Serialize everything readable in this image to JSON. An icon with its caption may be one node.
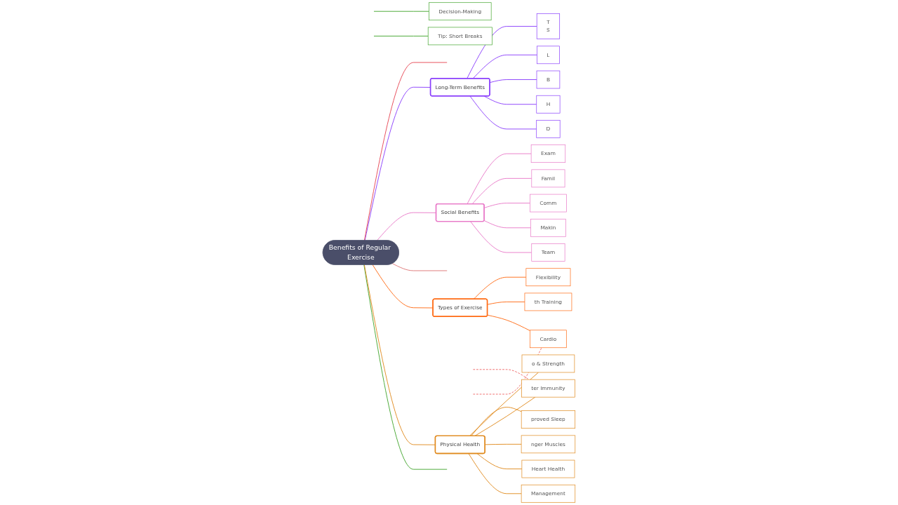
{
  "diagram": {
    "nodes": [
      {
        "text": [
          "Benefits of Regular Exercise"
        ]
      },
      {
        "text": [
          "Decision-Making"
        ]
      },
      {
        "text": [
          "Tip: Short Breaks"
        ]
      },
      {
        "text": [
          "Management"
        ]
      },
      {
        "text": [
          "Heart Health"
        ]
      },
      {
        "text": [
          "nger Muscles"
        ]
      },
      {
        "text": [
          "ter Immunity"
        ]
      },
      {
        "text": [
          "proved Sleep"
        ]
      },
      {
        "text": [
          "o & Strength"
        ]
      },
      {
        "text": [
          "Physical Health"
        ]
      },
      {
        "text": [
          "Cardio"
        ]
      },
      {
        "text": [
          "th Training"
        ]
      },
      {
        "text": [
          "Flexibility"
        ]
      },
      {
        "text": [
          "Types of Exercise"
        ]
      },
      {
        "text": [
          "Social Benefits"
        ]
      },
      {
        "text": [
          "Team"
        ]
      },
      {
        "text": [
          "Makin"
        ]
      },
      {
        "text": [
          "Comm"
        ]
      },
      {
        "text": [
          "Famil"
        ]
      },
      {
        "text": [
          "Exam"
        ]
      },
      {
        "text": [
          "Long-Term Benefits"
        ]
      },
      {
        "text": [
          "D"
        ]
      },
      {
        "text": [
          "H"
        ]
      },
      {
        "text": [
          "B"
        ]
      },
      {
        "text": [
          "L"
        ]
      },
      {
        "text": [
          "T",
          "S"
        ]
      }
    ],
    "edges": [
      {
        "from": 0,
        "to": null,
        "arrow": "none",
        "color": "#43a52d"
      },
      {
        "from": null,
        "to": 1,
        "arrow": "none",
        "color": "#43a52d"
      },
      {
        "from": null,
        "to": 2,
        "arrow": "none",
        "color": "#43a52d"
      },
      {
        "from": 0,
        "to": 9,
        "arrow": "none",
        "color": "#e08a1e"
      },
      {
        "from": 9,
        "to": 3,
        "arrow": "none",
        "color": "#e08a1e"
      },
      {
        "from": 9,
        "to": 4,
        "arrow": "none",
        "color": "#e08a1e"
      },
      {
        "from": 9,
        "to": 5,
        "arrow": "none",
        "color": "#e08a1e"
      },
      {
        "from": 9,
        "to": 6,
        "arrow": "none",
        "color": "#e08a1e"
      },
      {
        "from": 9,
        "to": 7,
        "arrow": "none",
        "color": "#e08a1e"
      },
      {
        "from": 9,
        "to": 8,
        "arrow": "none",
        "color": "#e08a1e"
      },
      {
        "from": null,
        "to": 6,
        "arrow": "none",
        "style": "dashed",
        "color": "#ee6666"
      },
      {
        "from": 0,
        "to": 13,
        "arrow": "none",
        "color": "#ff6a13"
      },
      {
        "from": 13,
        "to": 10,
        "arrow": "none",
        "color": "#ff6a13"
      },
      {
        "from": 13,
        "to": 11,
        "arrow": "none",
        "color": "#ff6a13"
      },
      {
        "from": 13,
        "to": 12,
        "arrow": "none",
        "color": "#ff6a13"
      },
      {
        "from": null,
        "to": 10,
        "arrow": "none",
        "style": "dashed",
        "color": "#ee6666"
      },
      {
        "from": 0,
        "to": null,
        "arrow": "none",
        "color": "#dd7777"
      },
      {
        "from": 0,
        "to": 14,
        "arrow": "none",
        "color": "#e879c8"
      },
      {
        "from": 14,
        "to": 15,
        "arrow": "none",
        "color": "#e879c8"
      },
      {
        "from": 14,
        "to": 16,
        "arrow": "none",
        "color": "#e879c8"
      },
      {
        "from": 14,
        "to": 17,
        "arrow": "none",
        "color": "#e879c8"
      },
      {
        "from": 14,
        "to": 18,
        "arrow": "none",
        "color": "#e879c8"
      },
      {
        "from": 14,
        "to": 19,
        "arrow": "none",
        "color": "#e879c8"
      },
      {
        "from": 0,
        "to": 20,
        "arrow": "none",
        "color": "#8a3ffc"
      },
      {
        "from": 20,
        "to": 21,
        "arrow": "none",
        "color": "#8a3ffc"
      },
      {
        "from": 20,
        "to": 22,
        "arrow": "none",
        "color": "#8a3ffc"
      },
      {
        "from": 20,
        "to": 23,
        "arrow": "none",
        "color": "#8a3ffc"
      },
      {
        "from": 20,
        "to": 24,
        "arrow": "none",
        "color": "#8a3ffc"
      },
      {
        "from": 20,
        "to": 25,
        "arrow": "none",
        "color": "#8a3ffc"
      },
      {
        "from": 0,
        "to": null,
        "arrow": "none",
        "color": "#e64553"
      }
    ]
  }
}
